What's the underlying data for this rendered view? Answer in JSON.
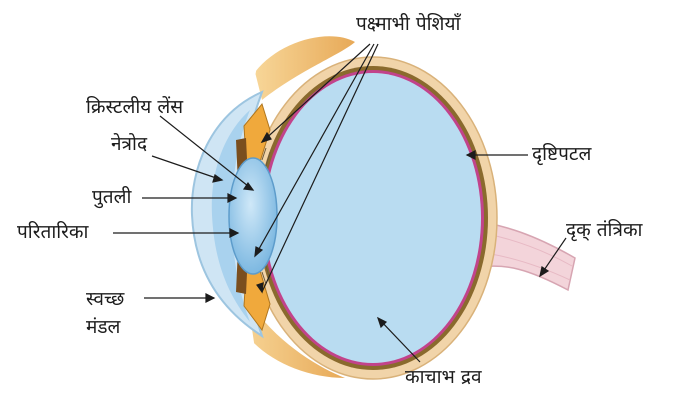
{
  "labels": {
    "ciliary_muscles": "पक्ष्माभी पेशियाँ",
    "crystalline_lens": "क्रिस्टलीय लेंस",
    "aqueous_humour": "नेत्रोद",
    "pupil": "पुतली",
    "iris": "परितारिका",
    "cornea_line1": "स्वच्छ",
    "cornea_line2": "मंडल",
    "retina": "दृष्टिपटल",
    "optic_nerve": "दृक् तंत्रिका",
    "vitreous_humour": "काचाभ द्रव"
  },
  "colors": {
    "vitreous": "#b9dcf1",
    "sclera": "#f1d4a9",
    "choroid": "#8a6a2d",
    "retina": "#c2438b",
    "muscle": "#f0a93c",
    "cornea": "#cfe5f4",
    "lens": "#8fc4e8",
    "optic_nerve": "#f3d4da",
    "eyelid": "#ecae55"
  }
}
